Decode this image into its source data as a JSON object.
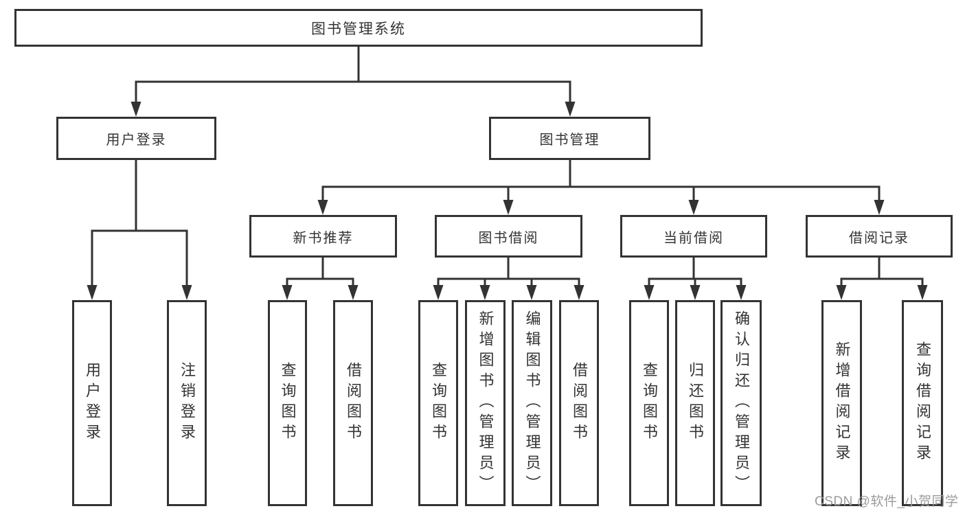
{
  "tree": {
    "root": "图书管理系统",
    "children": [
      {
        "label": "用户登录",
        "children": [
          "用户登录",
          "注销登录"
        ]
      },
      {
        "label": "图书管理",
        "children": [
          {
            "label": "新书推荐",
            "children": [
              "查询图书",
              "借阅图书"
            ]
          },
          {
            "label": "图书借阅",
            "children": [
              "查询图书",
              "新增图书（管理员）",
              "编辑图书（管理员）",
              "借阅图书"
            ]
          },
          {
            "label": "当前借阅",
            "children": [
              "查询图书",
              "归还图书",
              "确认归还（管理员）"
            ]
          },
          {
            "label": "借阅记录",
            "children": [
              "新增借阅记录",
              "查询借阅记录"
            ]
          }
        ]
      }
    ]
  },
  "watermark": {
    "text": "CSDN @软件_小贺同学",
    "color": "#9b9b9d"
  },
  "colors": {
    "line": "#333333",
    "box_border": "#333333",
    "box_fill": "#ffffff",
    "text": "#333333",
    "background": "#ffffff"
  }
}
